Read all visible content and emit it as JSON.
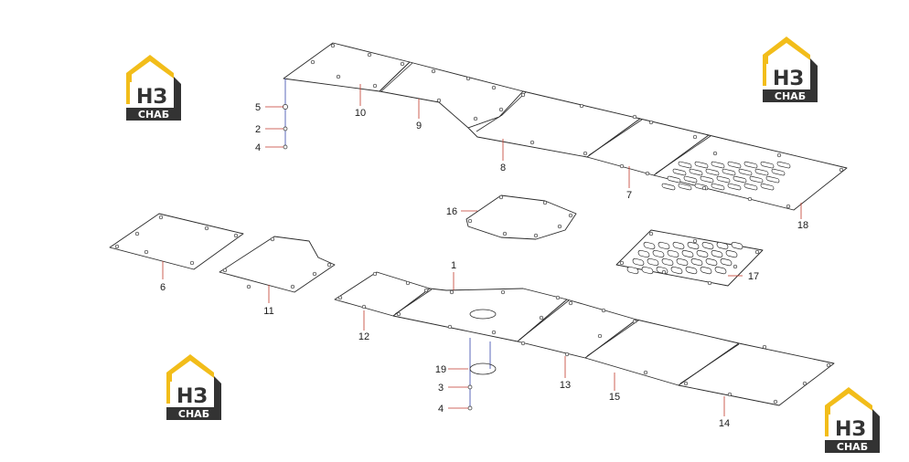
{
  "brand": {
    "mark": "НЗ",
    "name": "СНАБ",
    "gold": "#f2bd1a",
    "dark": "#333333"
  },
  "callouts": [
    {
      "id": "c1",
      "label": "1"
    },
    {
      "id": "c2",
      "label": "2"
    },
    {
      "id": "c3",
      "label": "3"
    },
    {
      "id": "c4a",
      "label": "4"
    },
    {
      "id": "c4b",
      "label": "4"
    },
    {
      "id": "c5",
      "label": "5"
    },
    {
      "id": "c6",
      "label": "6"
    },
    {
      "id": "c7",
      "label": "7"
    },
    {
      "id": "c8",
      "label": "8"
    },
    {
      "id": "c9",
      "label": "9"
    },
    {
      "id": "c10",
      "label": "10"
    },
    {
      "id": "c11",
      "label": "11"
    },
    {
      "id": "c12",
      "label": "12"
    },
    {
      "id": "c13",
      "label": "13"
    },
    {
      "id": "c14",
      "label": "14"
    },
    {
      "id": "c15",
      "label": "15"
    },
    {
      "id": "c16",
      "label": "16"
    },
    {
      "id": "c17",
      "label": "17"
    },
    {
      "id": "c18",
      "label": "18"
    },
    {
      "id": "c19",
      "label": "19"
    }
  ]
}
